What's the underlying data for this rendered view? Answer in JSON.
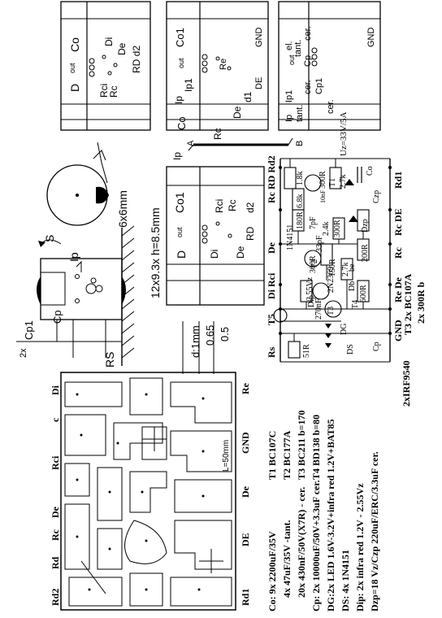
{
  "pcb_labels": {
    "left": [
      "Rd2",
      "Rd",
      "Rc",
      "De",
      "Rci",
      "c",
      "Di"
    ],
    "right": [
      "Rd1",
      "DE",
      "De",
      "GND",
      "Re"
    ],
    "scale": "L=50mm"
  },
  "parts": {
    "lines": [
      "T1 BC107C",
      "T2 BC177A",
      "T3 BC211 b=170",
      "T4 BD138 b=80"
    ]
  },
  "notes": {
    "lines": [
      "Co: 9x 2200uF/35V",
      "4x 47uF/35V -tant.",
      "20x 430nF/50V(X7R) - cer.",
      "Cp: 2x 10000uF/50V+3.3uF cer.",
      "DG:2x LED 1.6V-3.2V+infra red 1.2V+BAT85",
      "DS: 4x 1N4151",
      "Dip: 2x infra red 1.2V - 2.55Vz",
      "Dzp=18 Vz/Czp 220uF/ERC/3.3uF cer."
    ]
  },
  "mech": {
    "cp1": "Cp1",
    "cp": "Cp",
    "x2": "2x",
    "rs": "RS",
    "s": "S",
    "ip": "Ip",
    "dims": "12x9.3x h=8.5mm",
    "round": "6x6mm",
    "d_title": "d:1mm",
    "d_1": "0.65",
    "d_2": "0.5"
  },
  "modules": {
    "m1": {
      "d": "D",
      "out": "out",
      "co": "Co",
      "rci": "Rci",
      "rc": "Rc",
      "di": "Di",
      "de": "De",
      "rd2": "RD d2"
    },
    "m2": {
      "co": "Co",
      "ip": "Ip",
      "ip1": "Ip1",
      "out": "out",
      "co1": "Co1",
      "gnd": "GND",
      "re": "Re",
      "rc": "Rc",
      "de": "De",
      "d1": "d1",
      "de2": "DE"
    },
    "m3": {
      "ip": "Ip",
      "ip1": "Ip1",
      "out": "out",
      "el": "el.",
      "tant": "tant.",
      "tant2": "tant.",
      "cer": "cer.",
      "cp": "Cp",
      "cer2": "cer.",
      "cp1": "Cp1",
      "cer3": "cer.",
      "gnd": "GND"
    },
    "m4": {
      "d": "D",
      "out": "out",
      "co1": "Co1",
      "rci": "Rci",
      "rc": "Rc",
      "di": "Di",
      "de": "De",
      "rd": "RD",
      "d2": "d2"
    }
  },
  "schematic": {
    "ip": "Ip",
    "a": "A",
    "b": "B",
    "uz": "Uz=33V/5A",
    "co": "Co",
    "top_labels": [
      "Rc RD Rd2",
      "De",
      "Di Rci",
      "T5",
      "Rs"
    ],
    "bottom_labels": [
      "Rd1",
      "Rc DE",
      "Rc",
      "Re De",
      "GND"
    ],
    "values": [
      "1.8k",
      "300R",
      "2.7k",
      "6.8k",
      "180R",
      "7pF",
      "300R",
      "2.4k",
      "1N4151",
      "33pF",
      "200R",
      "300R",
      "150R",
      "2.7k",
      "2N2369",
      "600R",
      "270nF",
      "2.55Vz",
      "51R",
      "Dzp",
      "Czp",
      "T1",
      "T2",
      "T3",
      "T4",
      "Dip",
      "Db",
      "DG",
      "DS",
      "Cp",
      "be",
      "10nF"
    ],
    "transistors": "T3 2x BC107A",
    "mosfet": "2xIRF9540",
    "res": "2x 300R b"
  }
}
